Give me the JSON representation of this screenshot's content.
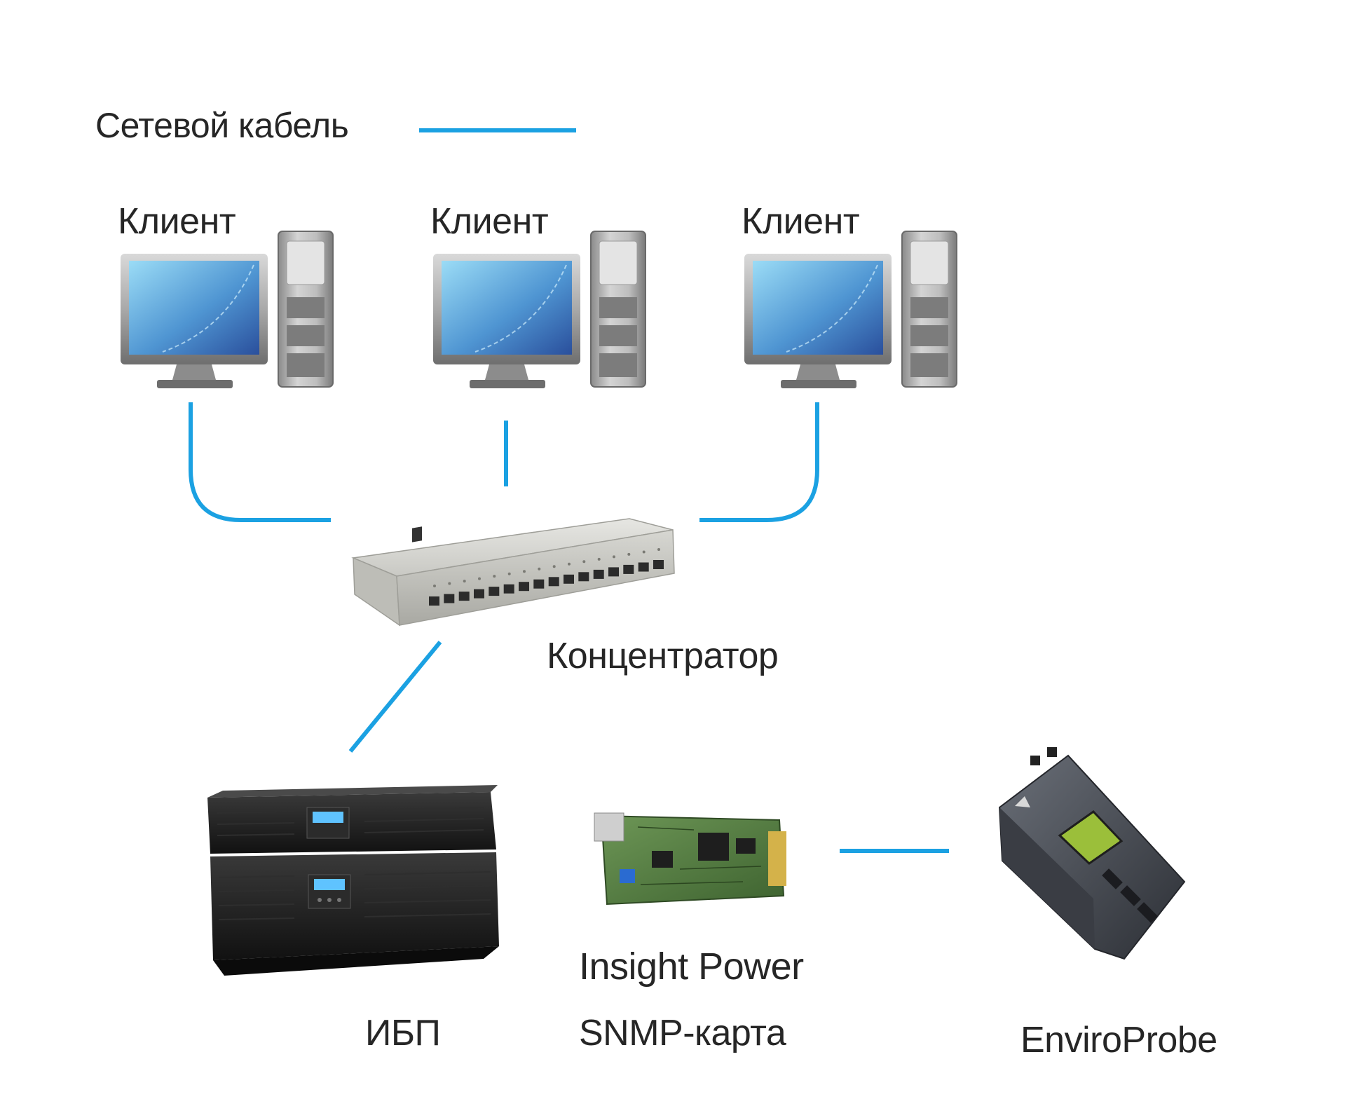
{
  "legend": {
    "cable_label": "Сетевой кабель",
    "cable_color": "#1ba1e2"
  },
  "clients": [
    {
      "label": "Клиент"
    },
    {
      "label": "Клиент"
    },
    {
      "label": "Клиент"
    }
  ],
  "hub": {
    "label": "Концентратор"
  },
  "ups": {
    "label": "ИБП"
  },
  "snmp_card": {
    "label_line1": "Insight Power",
    "label_line2": "SNMP-карта"
  },
  "enviroprobe": {
    "label": "EnviroProbe"
  },
  "colors": {
    "cable": "#1ba1e2",
    "screen_light": "#8fd3f4",
    "screen_dark": "#2a5fa8",
    "device_gray": "#b8b8b8",
    "ups_body": "#1f1f1f",
    "pcb_green": "#4f7a3a"
  }
}
